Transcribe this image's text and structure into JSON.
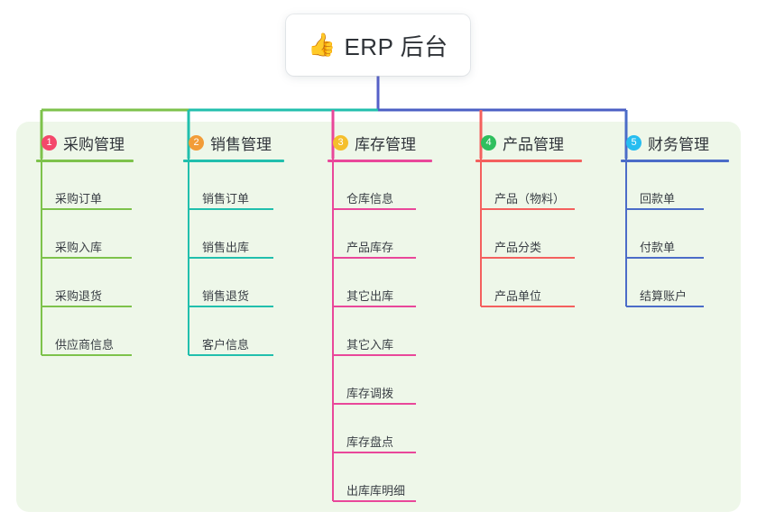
{
  "root": {
    "icon": "thumbs-up-icon",
    "emoji": "👍",
    "title": "ERP 后台"
  },
  "theme": {
    "page_background": "#ffffff",
    "panel_background": "#eef7e9",
    "root_stem": "#5560c8",
    "text": "#30343a"
  },
  "columns": [
    {
      "number": "1",
      "title": "采购管理",
      "badge_color": "#f4486b",
      "line_color": "#7dc24b",
      "items": [
        {
          "label": "采购订单"
        },
        {
          "label": "采购入库"
        },
        {
          "label": "采购退货"
        },
        {
          "label": "供应商信息"
        }
      ]
    },
    {
      "number": "2",
      "title": "销售管理",
      "badge_color": "#f29c38",
      "line_color": "#21bfad",
      "items": [
        {
          "label": "销售订单"
        },
        {
          "label": "销售出库"
        },
        {
          "label": "销售退货"
        },
        {
          "label": "客户信息"
        }
      ]
    },
    {
      "number": "3",
      "title": "库存管理",
      "badge_color": "#f5bf2b",
      "line_color": "#e9479a",
      "items": [
        {
          "label": "仓库信息"
        },
        {
          "label": "产品库存"
        },
        {
          "label": "其它出库"
        },
        {
          "label": "其它入库"
        },
        {
          "label": "库存调拨"
        },
        {
          "label": "库存盘点"
        },
        {
          "label": "出库库明细"
        }
      ]
    },
    {
      "number": "4",
      "title": "产品管理",
      "badge_color": "#2fbf5e",
      "line_color": "#f4605e",
      "items": [
        {
          "label": "产品（物料）"
        },
        {
          "label": "产品分类"
        },
        {
          "label": "产品单位"
        }
      ]
    },
    {
      "number": "5",
      "title": "财务管理",
      "badge_color": "#26bdf0",
      "line_color": "#4b6cc8",
      "items": [
        {
          "label": "回款单"
        },
        {
          "label": "付款单"
        },
        {
          "label": "结算账户"
        }
      ]
    }
  ],
  "connector_bar": {
    "segments": [
      {
        "color": "#7dc24b"
      },
      {
        "color": "#21bfad"
      },
      {
        "color": "#4b5fc4"
      }
    ],
    "drops": [
      {
        "color": "#7dc24b"
      },
      {
        "color": "#21bfad"
      },
      {
        "color": "#e9479a"
      },
      {
        "color": "#f4605e"
      },
      {
        "color": "#4b6cc8"
      }
    ]
  }
}
